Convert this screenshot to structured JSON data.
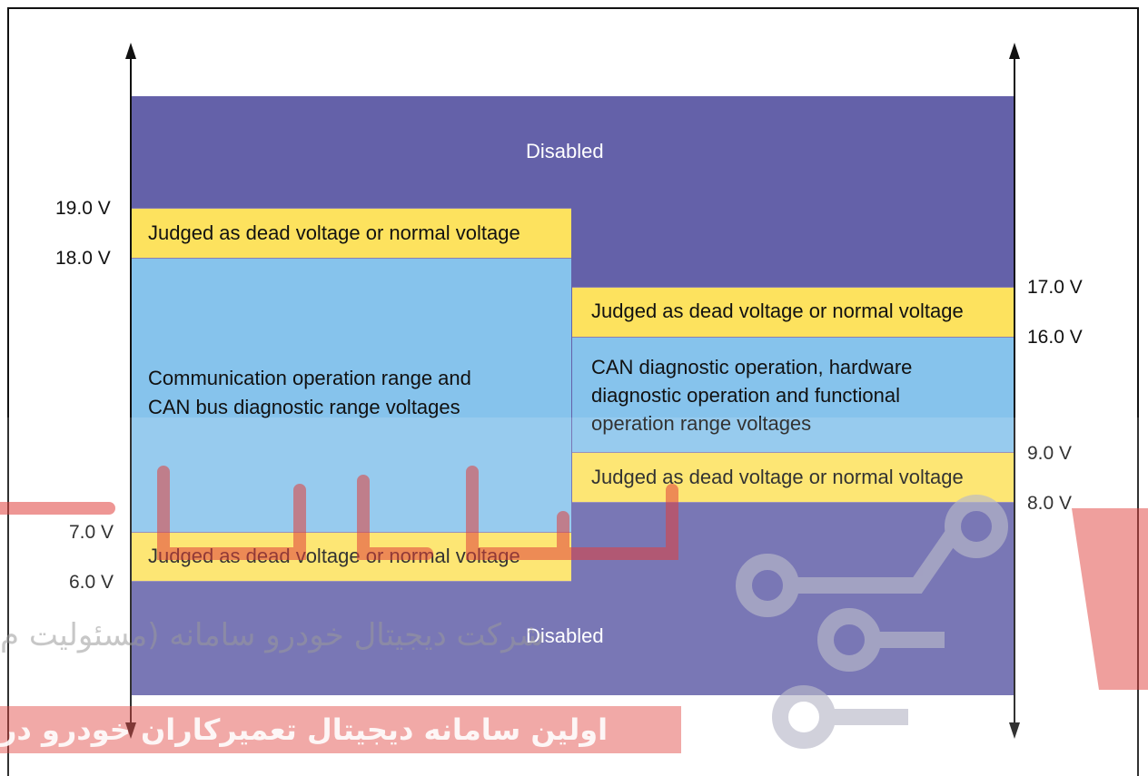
{
  "disabled_label": "Disabled",
  "left_column": {
    "top_yellow_label": "Judged as dead voltage or normal voltage",
    "blue_label_line1": "Communication operation range and",
    "blue_label_line2": "CAN bus diagnostic range voltages",
    "bottom_yellow_label": "Judged as dead voltage or normal voltage",
    "voltages": [
      "19.0 V",
      "18.0 V",
      "7.0 V",
      "6.0 V"
    ]
  },
  "right_column": {
    "top_yellow_label": "Judged as dead voltage or normal voltage",
    "blue_label_line1": "CAN diagnostic operation, hardware",
    "blue_label_line2": "diagnostic operation and functional",
    "blue_label_line3": "operation range voltages",
    "bottom_yellow_label": "Judged as dead voltage or normal voltage",
    "voltages": [
      "17.0 V",
      "16.0 V",
      "9.0 V",
      "8.0 V"
    ]
  },
  "watermark": {
    "line1": "شرکت دیجیتال خودرو سامانه (مسئولیت م",
    "line2": "اولین سامانه دیجیتال تعمیرکاران خودرو در"
  },
  "colors": {
    "disabled": "#6461a9",
    "yellow": "#fde25e",
    "blue": "#86c3ec",
    "watermark_red": "#e0403c"
  }
}
